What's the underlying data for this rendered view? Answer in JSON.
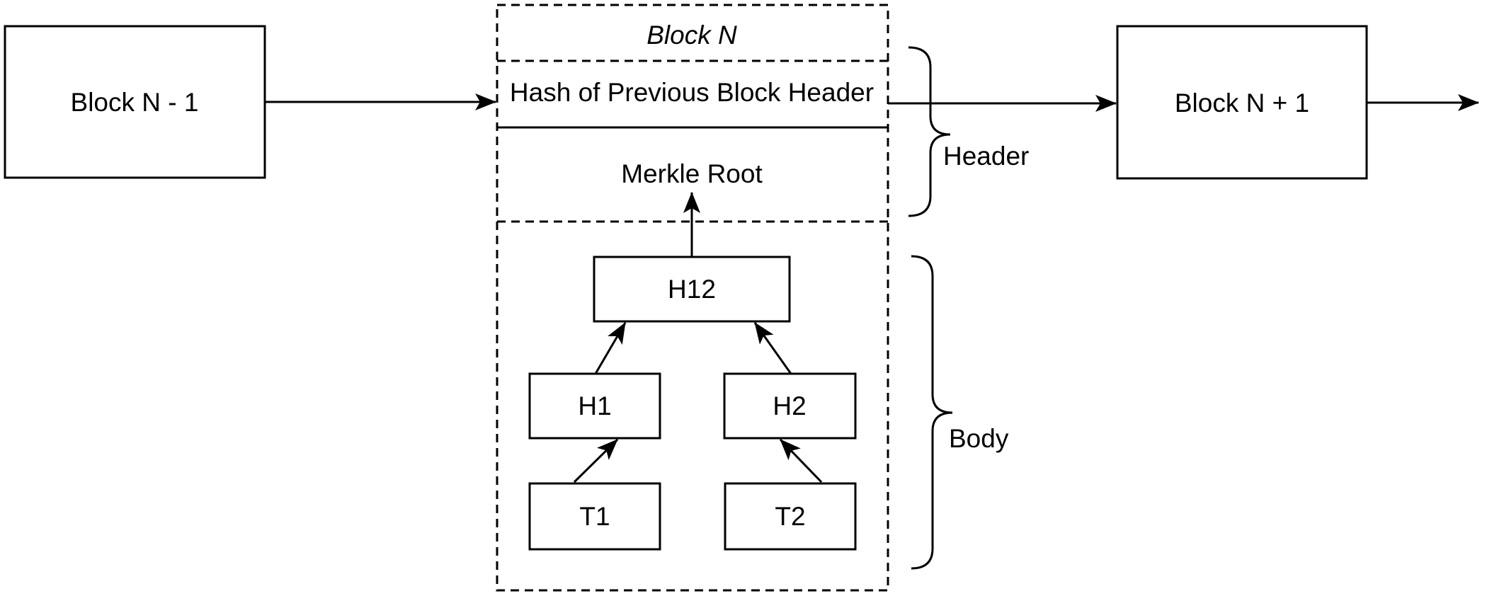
{
  "diagram": {
    "prev_block": {
      "label": "Block N - 1"
    },
    "block_n": {
      "title": "Block N",
      "hash_field": "Hash of Previous Block Header",
      "merkle_root_field": "Merkle Root"
    },
    "next_block": {
      "label": "Block N + 1"
    },
    "merkle_tree": {
      "root": "H12",
      "node_left": "H1",
      "node_right": "H2",
      "leaf_left": "T1",
      "leaf_right": "T2"
    },
    "annotations": {
      "header": "Header",
      "body": "Body"
    },
    "colors": {
      "line": "#000000",
      "background": "#ffffff"
    }
  }
}
